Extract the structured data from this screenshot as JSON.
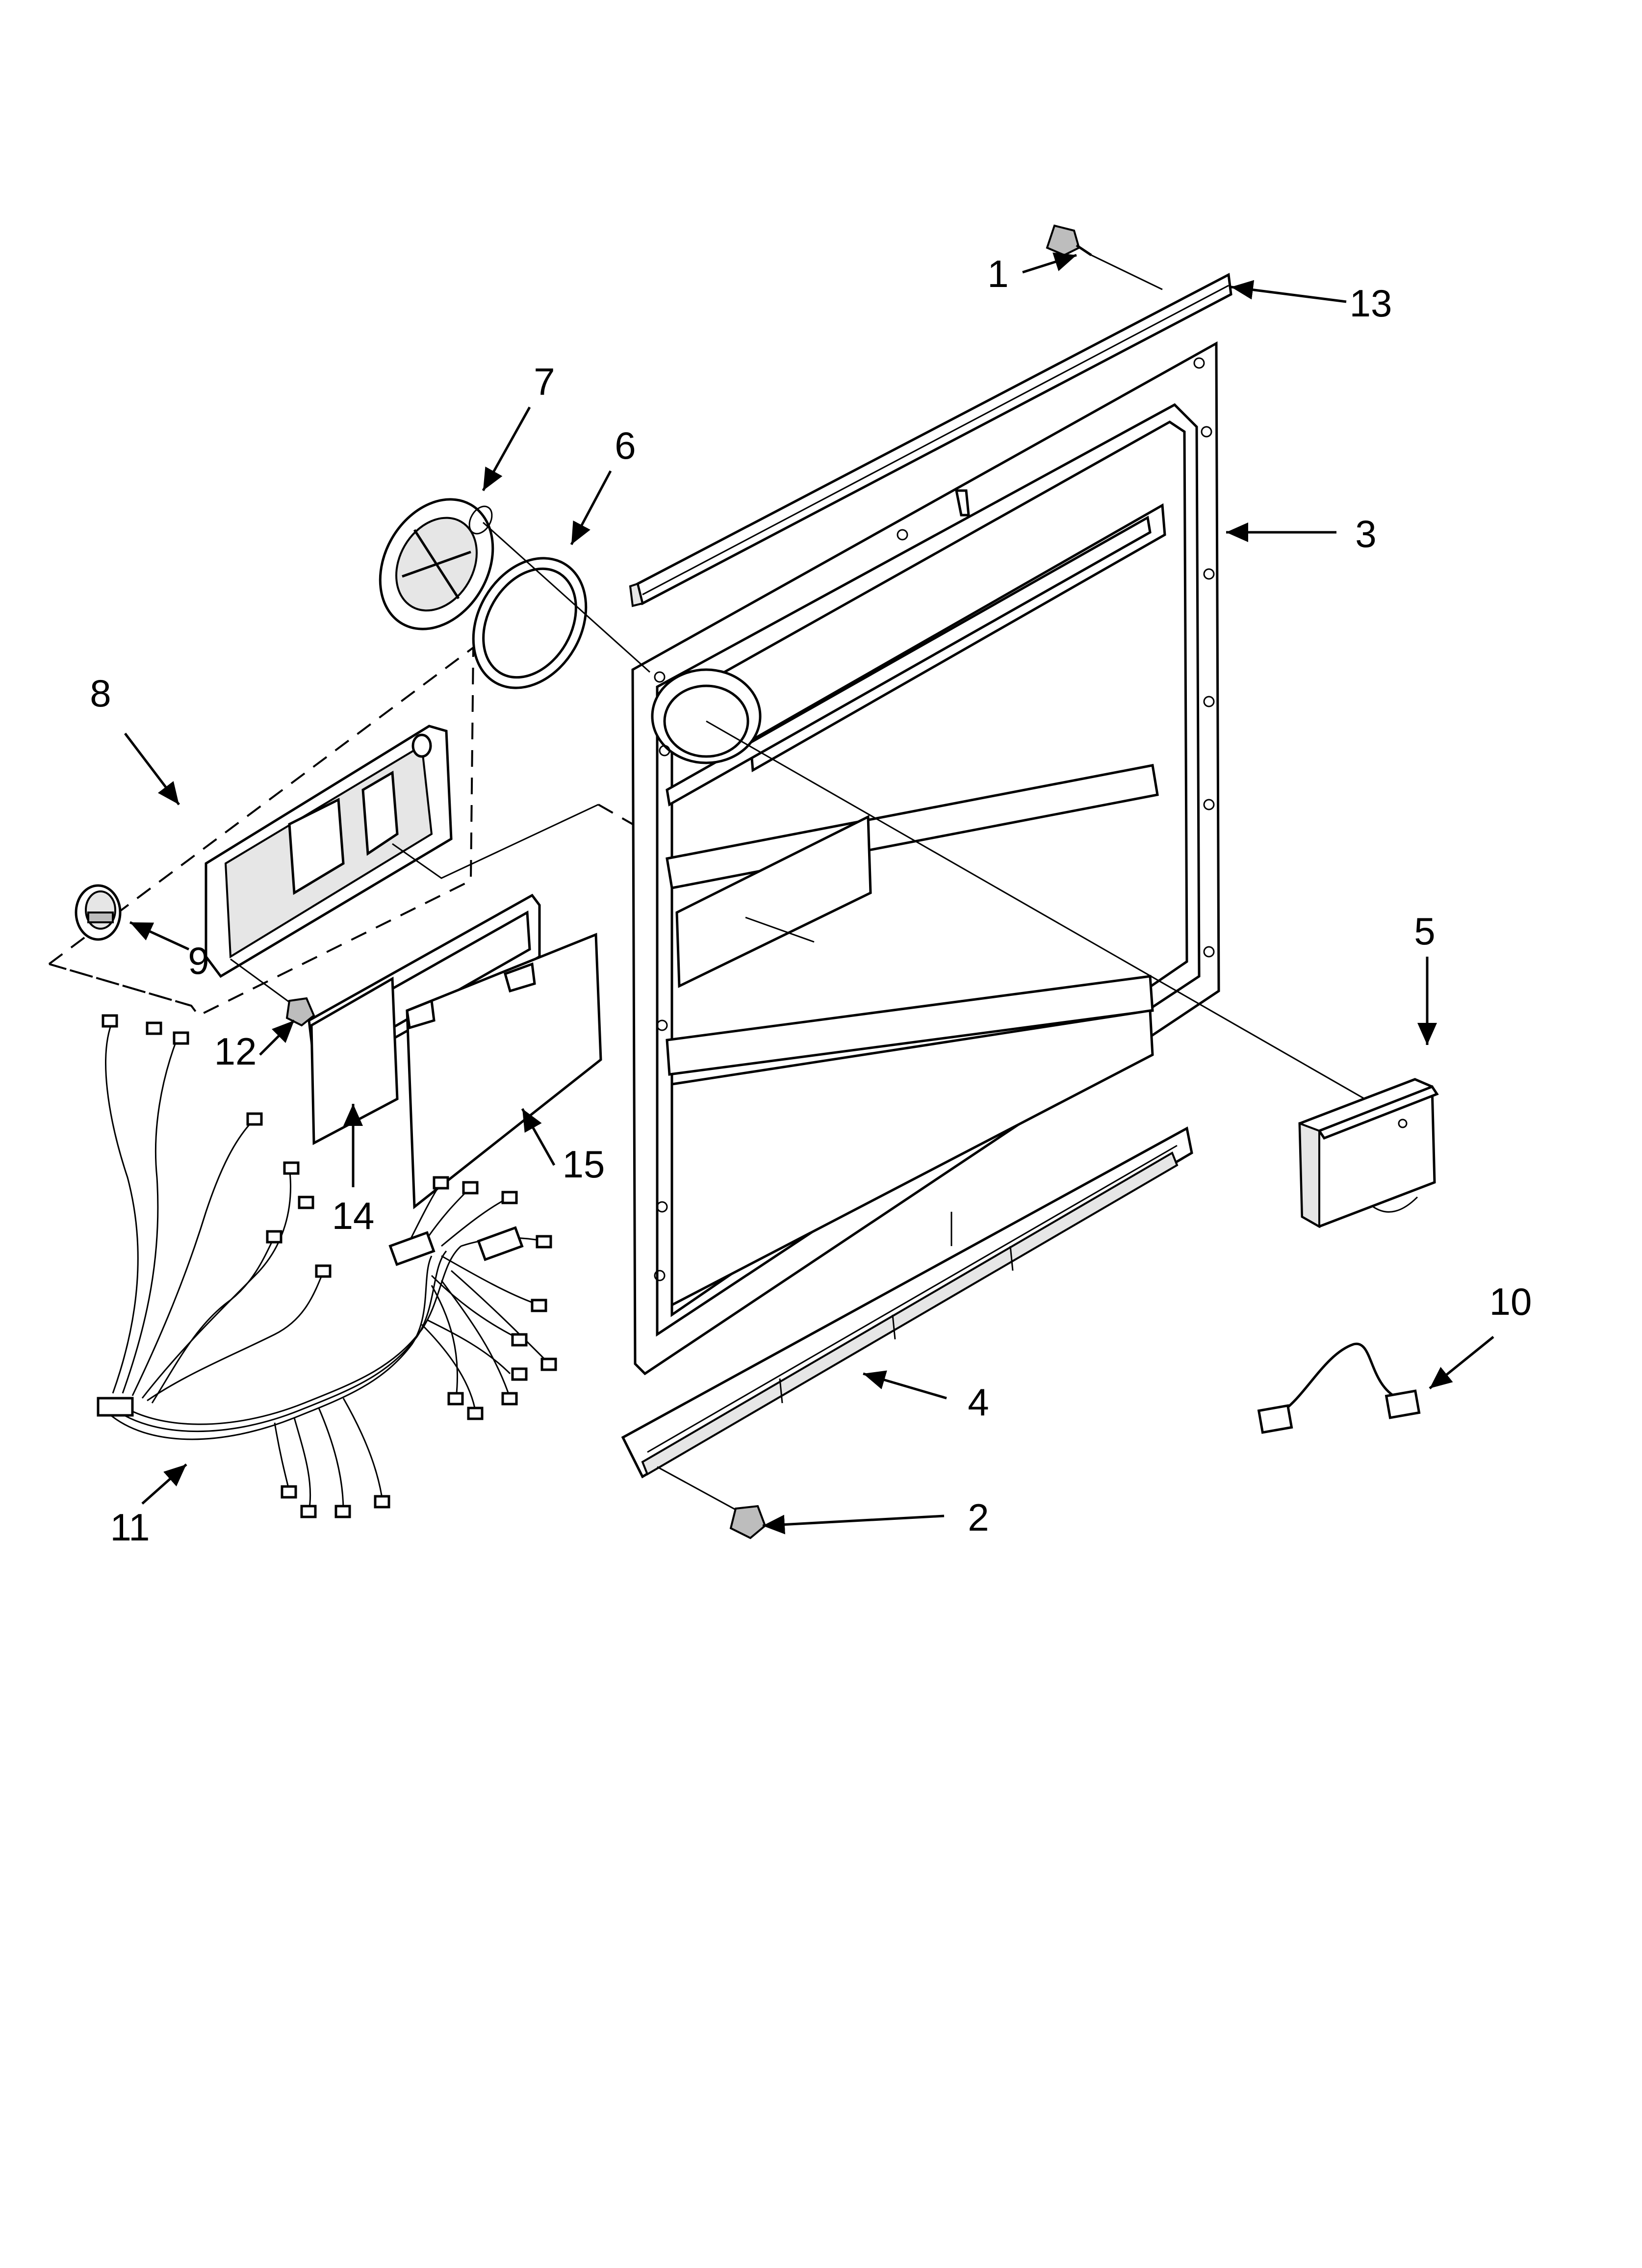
{
  "callouts": [
    {
      "id": "1",
      "text": "1"
    },
    {
      "id": "2",
      "text": "2"
    },
    {
      "id": "3",
      "text": "3"
    },
    {
      "id": "4",
      "text": "4"
    },
    {
      "id": "5",
      "text": "5"
    },
    {
      "id": "6",
      "text": "6"
    },
    {
      "id": "7",
      "text": "7"
    },
    {
      "id": "8",
      "text": "8"
    },
    {
      "id": "9",
      "text": "9"
    },
    {
      "id": "10",
      "text": "10"
    },
    {
      "id": "11",
      "text": "11"
    },
    {
      "id": "12",
      "text": "12"
    },
    {
      "id": "13",
      "text": "13"
    },
    {
      "id": "14",
      "text": "14"
    },
    {
      "id": "15",
      "text": "15"
    }
  ],
  "colors": {
    "line": "#000000",
    "background": "#ffffff",
    "shade": "#e6e6e6"
  }
}
